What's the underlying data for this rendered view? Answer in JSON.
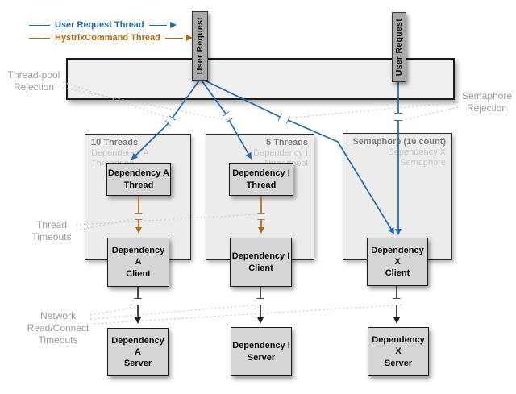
{
  "colors": {
    "blue": "#1f6baf",
    "orange": "#b5690f",
    "panel-fill": "#efefef",
    "pool-fill": "#ececec",
    "box-fill": "#d5d5d5",
    "muted": "#9a9a9a",
    "muted-strong": "#7d7d7d",
    "faint": "#c6c6c6"
  },
  "legend": {
    "user_request": "User Request Thread",
    "hystrix_command": "HystrixCommand Thread"
  },
  "user_requests": [
    {
      "label": "User Request"
    },
    {
      "label": "User Request"
    }
  ],
  "annotations": {
    "threadpool_rejection": "Thread-pool\nRejection",
    "semaphore_rejection": "Semaphore\nRejection",
    "thread_timeouts": "Thread\nTimeouts",
    "network_timeouts": "Network\nRead/Connect\nTimeouts"
  },
  "pools": [
    {
      "title": "10 Threads",
      "subtitle": "Dependency A Threadpool"
    },
    {
      "title": "5 Threads",
      "subtitle": "Dependency I Threadpool"
    },
    {
      "title": "Semaphore (10 count)",
      "subtitle": "Dependency X Semaphore"
    }
  ],
  "boxes": {
    "thread_a": "Dependency A\nThread",
    "thread_i": "Dependency I\nThread",
    "client_a": "Dependency A\nClient",
    "client_i": "Dependency I\nClient",
    "client_x": "Dependency X\nClient",
    "server_a": "Dependency A\nServer",
    "server_i": "Dependency I\nServer",
    "server_x": "Dependency X\nServer"
  }
}
